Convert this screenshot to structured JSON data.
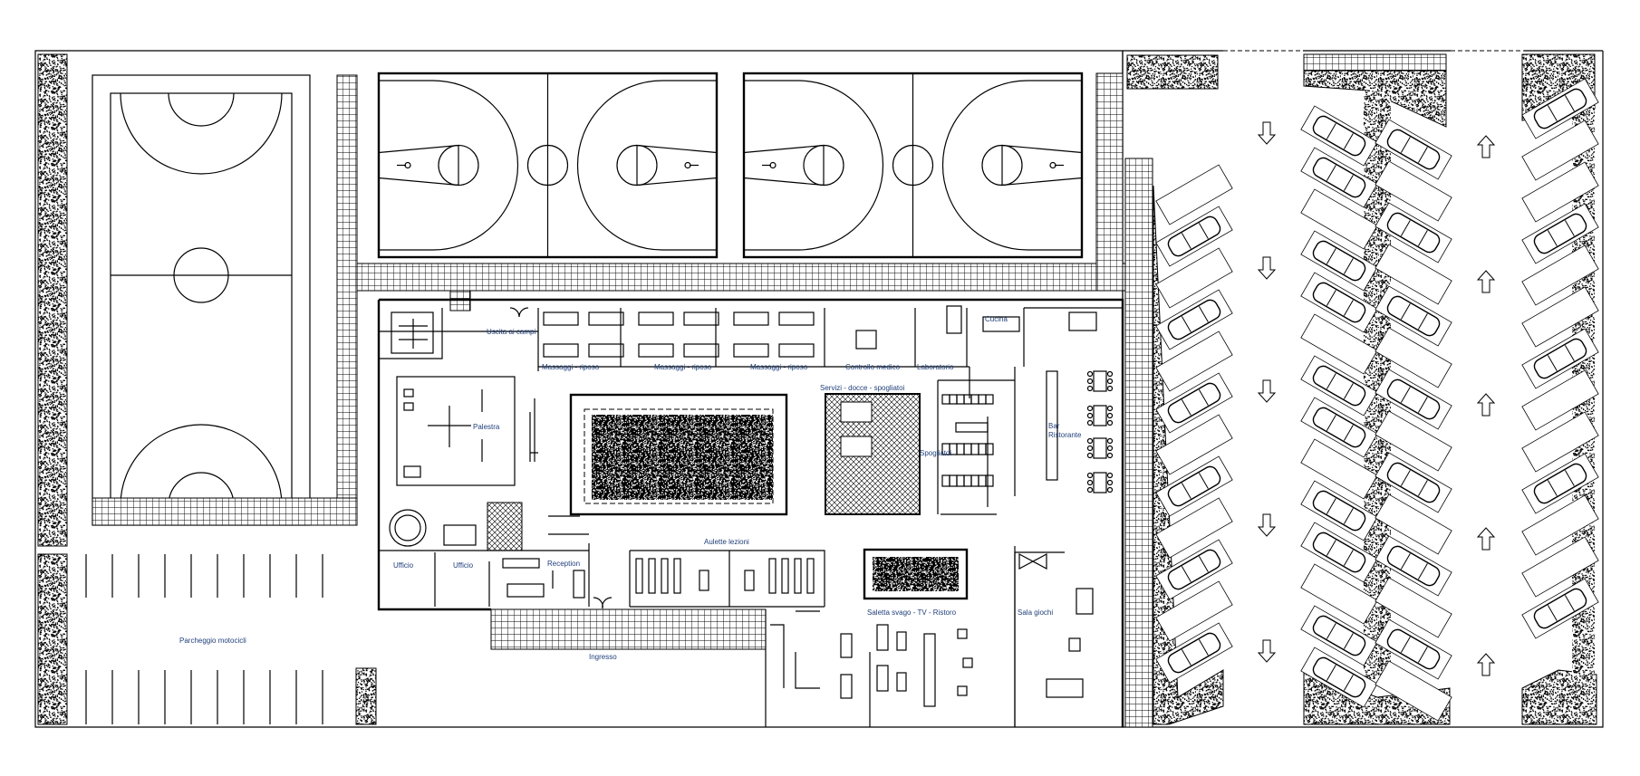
{
  "plan": {
    "labels": {
      "uscita": "Uscita ai campi",
      "massaggi1": "Massaggi - riposo",
      "massaggi2": "Massaggi - riposo",
      "massaggi3": "Massaggi - riposo",
      "controllo": "Controllo medico",
      "laboratorio": "Laboratorio",
      "cucina": "Cucina",
      "servizi": "Servizi - docce - spogliatoi",
      "palestra": "Palestra",
      "spogliatoi": "Spogliatoi",
      "bar1": "Bar",
      "bar2": "Ristorante",
      "aulette": "Aulette lezioni",
      "ufficio1": "Ufficio",
      "ufficio2": "Ufficio",
      "reception": "Reception",
      "saletta": "Saletta svago - TV - Ristoro",
      "sala_giochi": "Sala giochi",
      "ingresso": "Ingresso",
      "parcheggio": "Parcheggio motocicli"
    },
    "colors": {
      "line": "#000000",
      "label": "#1f3f7a",
      "background": "#ffffff"
    },
    "icons": [
      "arrow-down-icon",
      "arrow-up-icon",
      "car-icon",
      "stair-icon",
      "door-icon"
    ]
  }
}
